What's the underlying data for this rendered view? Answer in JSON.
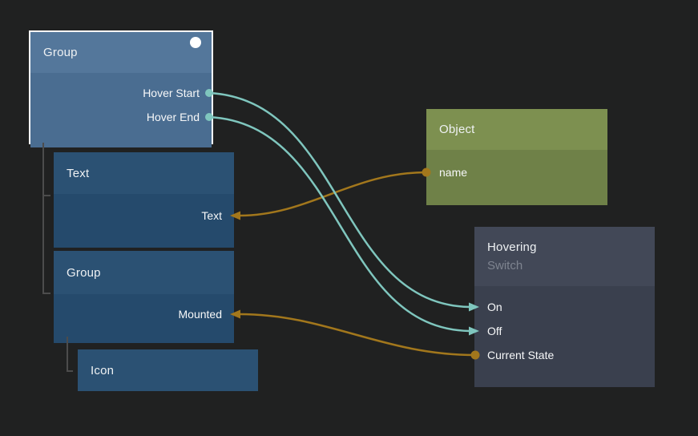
{
  "canvas": {
    "background": "#202121"
  },
  "colors": {
    "signal": "#7fc6be",
    "data": "#a2771c",
    "tree_line": "#4c4c4c",
    "selection": "#ffffff"
  },
  "nodes": {
    "group_parent": {
      "title": "Group",
      "selected": true,
      "ports": {
        "hover_start": "Hover Start",
        "hover_end": "Hover End"
      }
    },
    "text": {
      "title": "Text",
      "ports": {
        "text": "Text"
      }
    },
    "group_child": {
      "title": "Group",
      "ports": {
        "mounted": "Mounted"
      }
    },
    "icon": {
      "title": "Icon"
    },
    "object": {
      "title": "Object",
      "ports": {
        "name": "name"
      }
    },
    "hovering": {
      "title": "Hovering",
      "subtitle": "Switch",
      "ports": {
        "on": "On",
        "off": "Off",
        "current_state": "Current State"
      }
    }
  },
  "connections": [
    {
      "from": "Group / Hover Start",
      "to": "Hovering / On",
      "kind": "signal"
    },
    {
      "from": "Group / Hover End",
      "to": "Hovering / Off",
      "kind": "signal"
    },
    {
      "from": "Object / name",
      "to": "Text / Text",
      "kind": "data"
    },
    {
      "from": "Hovering / Current State",
      "to": "Group / Mounted",
      "kind": "data"
    }
  ],
  "hierarchy": [
    {
      "parent": "Group",
      "children": [
        "Text",
        "Group"
      ]
    },
    {
      "parent": "Group (child)",
      "children": [
        "Icon"
      ]
    }
  ]
}
